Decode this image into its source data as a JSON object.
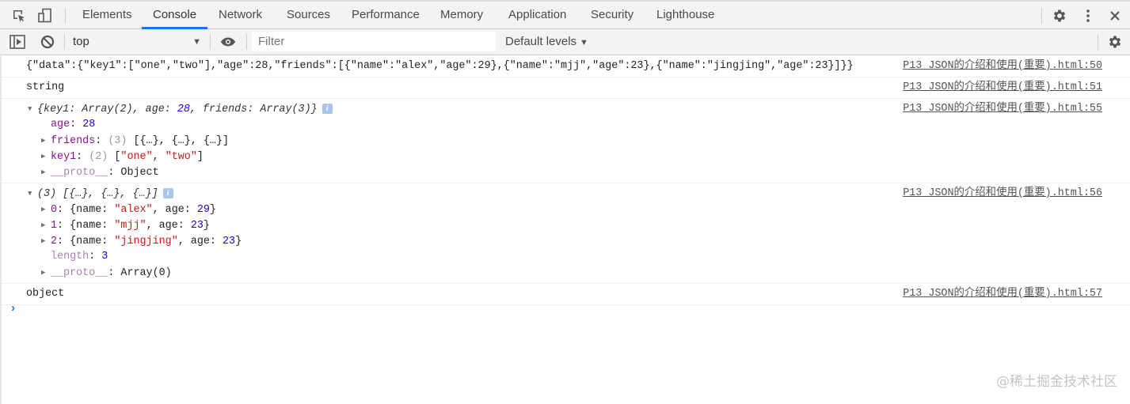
{
  "toolbar": {
    "tabs": [
      {
        "label": "Elements",
        "active": false
      },
      {
        "label": "Console",
        "active": true
      },
      {
        "label": "Network",
        "active": false
      },
      {
        "label": "Sources",
        "active": false
      },
      {
        "label": "Performance",
        "active": false
      },
      {
        "label": "Memory",
        "active": false
      },
      {
        "label": "Application",
        "active": false
      },
      {
        "label": "Security",
        "active": false
      },
      {
        "label": "Lighthouse",
        "active": false
      }
    ],
    "accent_color": "#1a73e8"
  },
  "filterbar": {
    "context": "top",
    "filter_placeholder": "Filter",
    "filter_value": "",
    "levels_label": "Default levels"
  },
  "console": {
    "messages": [
      {
        "text": "{\"data\":{\"key1\":[\"one\",\"two\"],\"age\":28,\"friends\":[{\"name\":\"alex\",\"age\":29},{\"name\":\"mjj\",\"age\":23},{\"name\":\"jingjing\",\"age\":23}]}}",
        "source": "P13_JSON的介绍和使用(重要).html:50"
      },
      {
        "text": "string",
        "source": "P13_JSON的介绍和使用(重要).html:51"
      },
      {
        "source": "P13_JSON的介绍和使用(重要).html:55",
        "preview": {
          "k1": "key1",
          "v1": "Array(2)",
          "k2": "age",
          "v2": "28",
          "k3": "friends",
          "v3": "Array(3)"
        },
        "props": {
          "age_key": "age",
          "age_val": "28",
          "friends_key": "friends",
          "friends_count": "(3)",
          "friends_val": "[{…}, {…}, {…}]",
          "key1_key": "key1",
          "key1_count": "(2)",
          "key1_v1": "\"one\"",
          "key1_v2": "\"two\"",
          "proto_key": "__proto__",
          "proto_val": "Object"
        }
      },
      {
        "source": "P13_JSON的介绍和使用(重要).html:56",
        "preview": "(3) [{…}, {…}, {…}]",
        "items": [
          {
            "index": "0",
            "name": "\"alex\"",
            "age": "29"
          },
          {
            "index": "1",
            "name": "\"mjj\"",
            "age": "23"
          },
          {
            "index": "2",
            "name": "\"jingjing\"",
            "age": "23"
          }
        ],
        "length_key": "length",
        "length_val": "3",
        "proto_key": "__proto__",
        "proto_val": "Array(0)"
      },
      {
        "text": "object",
        "source": "P13_JSON的介绍和使用(重要).html:57"
      }
    ],
    "prompt_symbol": "›"
  },
  "watermark": "@稀土掘金技术社区"
}
